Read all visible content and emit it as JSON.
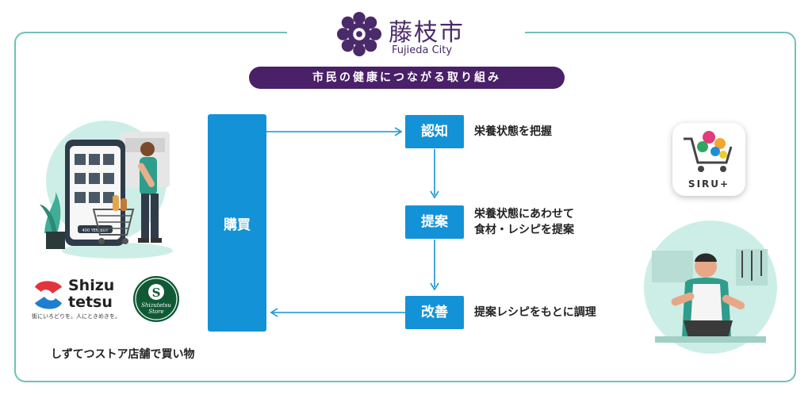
{
  "header": {
    "city_name_jp": "藤枝市",
    "city_name_en": "Fujieda City",
    "banner": "市民の健康につながる取り組み"
  },
  "flow": {
    "purchase_label": "購買",
    "steps": [
      {
        "label": "認知",
        "desc": [
          "栄養状態を把握"
        ]
      },
      {
        "label": "提案",
        "desc": [
          "栄養状態にあわせて",
          "食材・レシピを提案"
        ]
      },
      {
        "label": "改善",
        "desc": [
          "提案レシピをもとに調理"
        ]
      }
    ]
  },
  "left": {
    "shizutetsu_logo": [
      "Shizu",
      "tetsu"
    ],
    "shizutetsu_tagline": "街にいろどりを。人にときめきを。",
    "store_logo_text": [
      "Shizutetsu",
      "Store"
    ],
    "caption": "しずてつストア店舗で買い物",
    "phone_price": "400 YEN BUY"
  },
  "right": {
    "app_name": "SIRU+"
  },
  "colors": {
    "frame": "#6fc1b7",
    "banner": "#4a2068",
    "flow_blue": "#1492d8",
    "illustration_bg": "#cdeee6"
  },
  "icons": [
    "fujieda-crest-icon",
    "shopping-illustration",
    "cooking-illustration",
    "siru-cart-icon"
  ]
}
